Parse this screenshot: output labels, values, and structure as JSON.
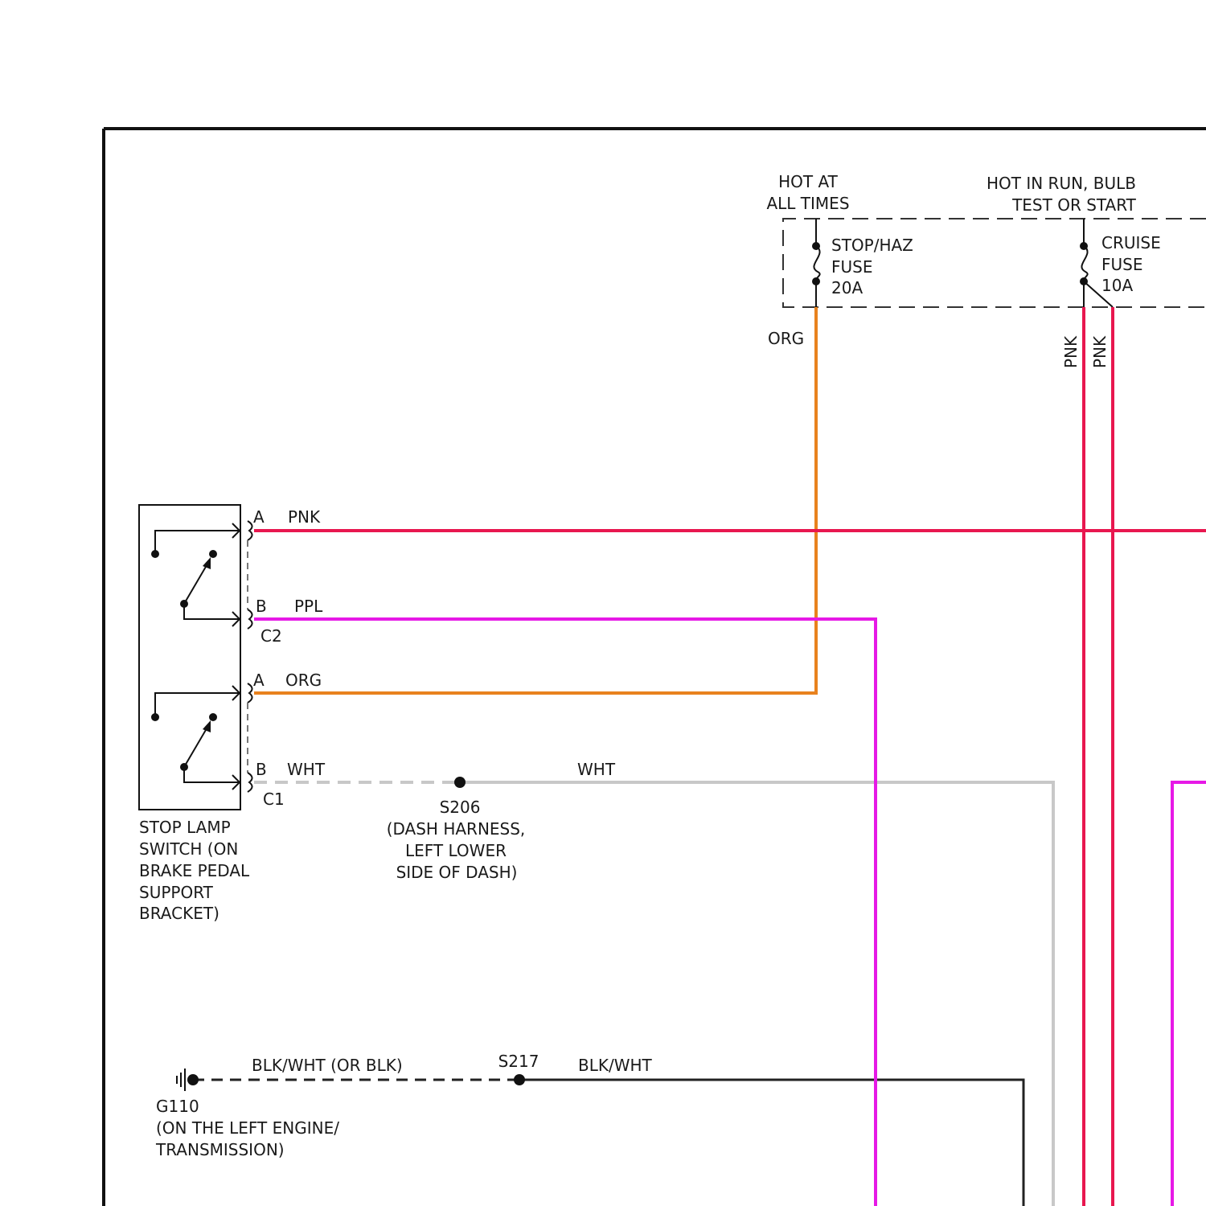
{
  "colors": {
    "pnk": "#e8174f",
    "ppl": "#e619e6",
    "org": "#e8821e",
    "wht": "#c8c8c8",
    "blk": "#222222",
    "frame": "#111111"
  },
  "power": {
    "hot_at_all_times": [
      "HOT AT",
      "ALL TIMES"
    ],
    "hot_in_run": [
      "HOT IN RUN, BULB",
      "TEST OR START"
    ]
  },
  "fuses": {
    "stop_haz": [
      "STOP/HAZ",
      "FUSE",
      "20A"
    ],
    "cruise": [
      "CRUISE",
      "FUSE",
      "10A"
    ]
  },
  "wires": {
    "org_vertical": "ORG",
    "pnk_vertical_1": "PNK",
    "pnk_vertical_2": "PNK",
    "c2_a": "PNK",
    "c2_b": "PPL",
    "c1_a": "ORG",
    "c1_b": "WHT",
    "wht_right": "WHT",
    "ground_left": "BLK/WHT (OR BLK)",
    "ground_right": "BLK/WHT"
  },
  "pins": {
    "c2_a": "A",
    "c2_b": "B",
    "c1_a": "A",
    "c1_b": "B"
  },
  "connectors": {
    "c2": "C2",
    "c1": "C1"
  },
  "stop_lamp_switch": [
    "STOP LAMP",
    "SWITCH (ON",
    "BRAKE PEDAL",
    "SUPPORT",
    "BRACKET)"
  ],
  "splices": {
    "s206": [
      "S206",
      "(DASH HARNESS,",
      "LEFT LOWER",
      "SIDE OF DASH)"
    ],
    "s217": "S217"
  },
  "ground": [
    "G110",
    "(ON THE LEFT ENGINE/",
    "TRANSMISSION)"
  ]
}
